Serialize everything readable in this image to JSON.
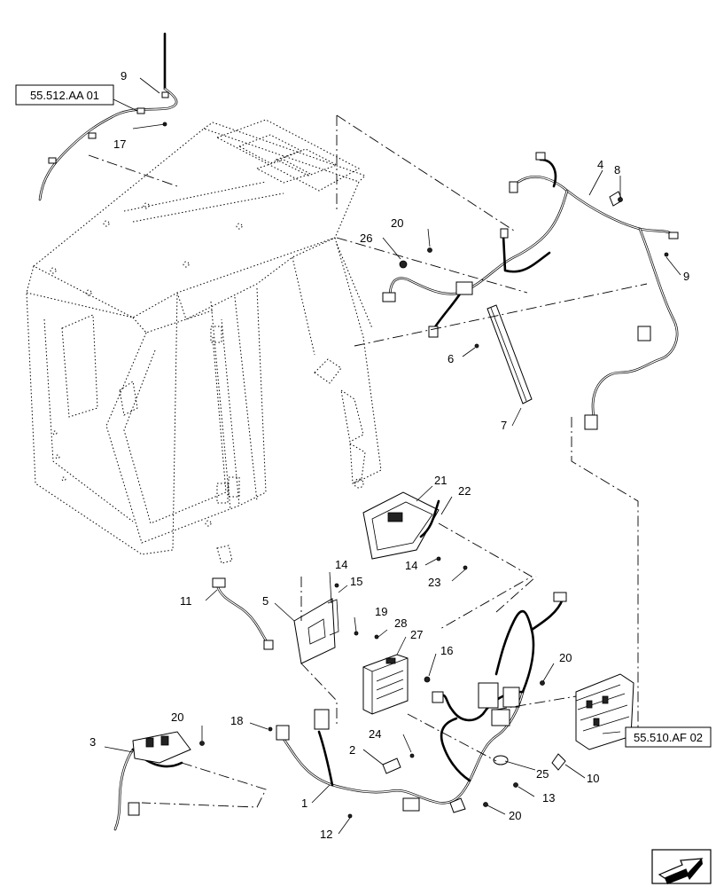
{
  "references": {
    "ref_top_left": "55.512.AA 01",
    "ref_bottom_right": "55.510.AF 02"
  },
  "callouts": {
    "c1": "1",
    "c2": "2",
    "c3": "3",
    "c4": "4",
    "c5": "5",
    "c6": "6",
    "c7": "7",
    "c8": "8",
    "c9a": "9",
    "c9b": "9",
    "c10": "10",
    "c11": "11",
    "c12": "12",
    "c13": "13",
    "c14a": "14",
    "c14b": "14",
    "c15": "15",
    "c16": "16",
    "c17": "17",
    "c18": "18",
    "c19": "19",
    "c20a": "20",
    "c20b": "20",
    "c20c": "20",
    "c20d": "20",
    "c21": "21",
    "c22": "22",
    "c23": "23",
    "c24": "24",
    "c25": "25",
    "c26": "26",
    "c27": "27",
    "c28": "28"
  },
  "icons": {
    "nav": "next-page-arrow-icon"
  }
}
